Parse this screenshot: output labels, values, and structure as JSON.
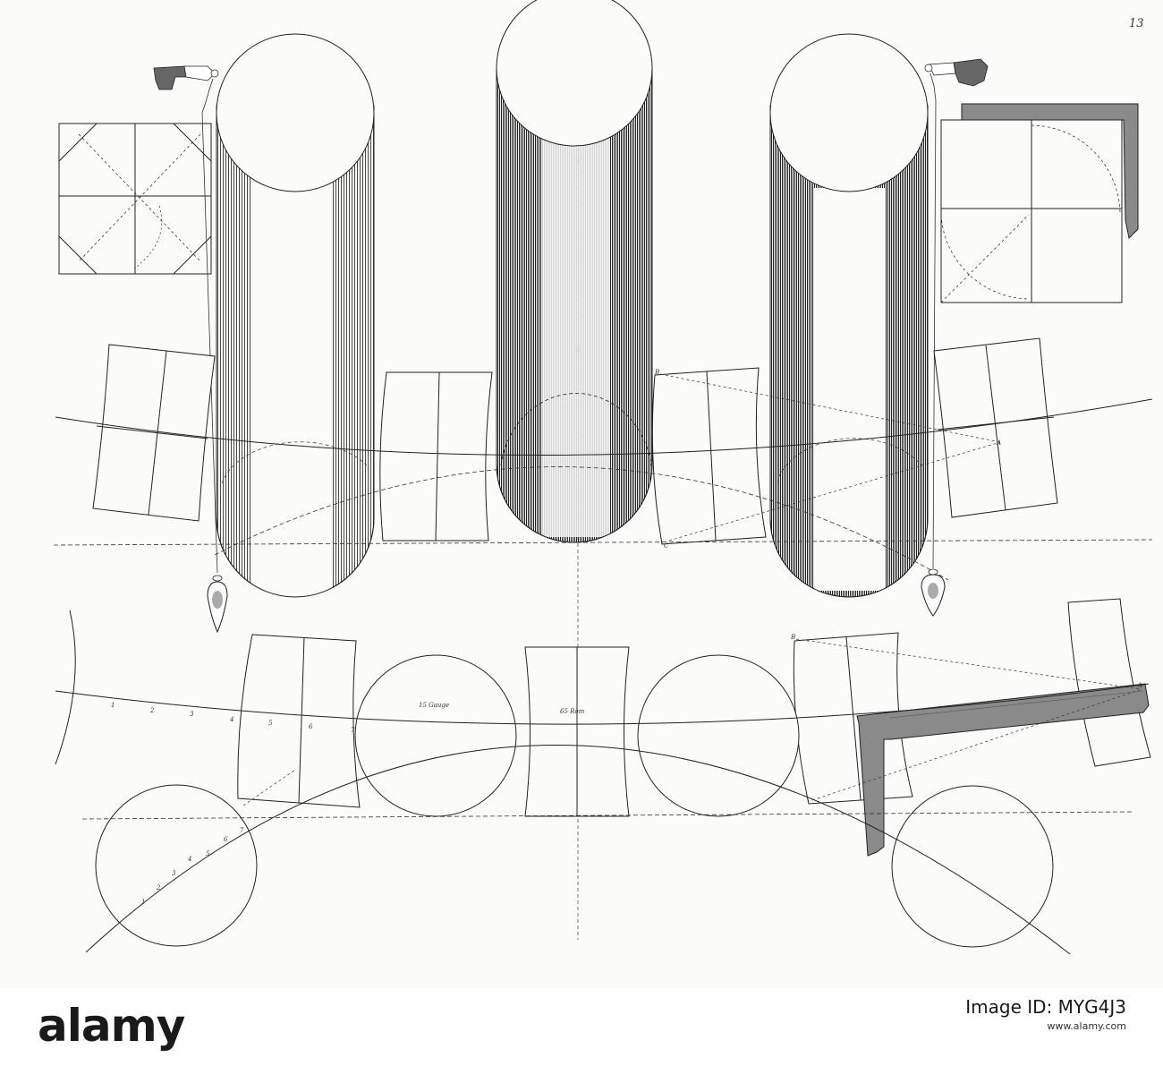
{
  "plate": {
    "page_number": "13",
    "cylinder_labels": {
      "left_cylinder": "15 Gauge",
      "right_cylinder": "65 Rom"
    },
    "point_letters": {
      "b_upper": "B",
      "a_upper": "A",
      "c_upper": "C",
      "b_lower": "B",
      "a_lower": "A"
    },
    "scale_marks": [
      "1",
      "2",
      "3",
      "4",
      "5",
      "6",
      "7"
    ],
    "circle_scale_marks": [
      "1",
      "2",
      "3",
      "4",
      "5",
      "6",
      "7"
    ]
  },
  "footer": {
    "logo_text": "alamy",
    "image_id": "Image ID: MYG4J3",
    "site": "www.alamy.com"
  },
  "colors": {
    "ink": "#222222",
    "plate_paper": "#fbfbfa",
    "hatch_fill": "#8a8a8a"
  }
}
